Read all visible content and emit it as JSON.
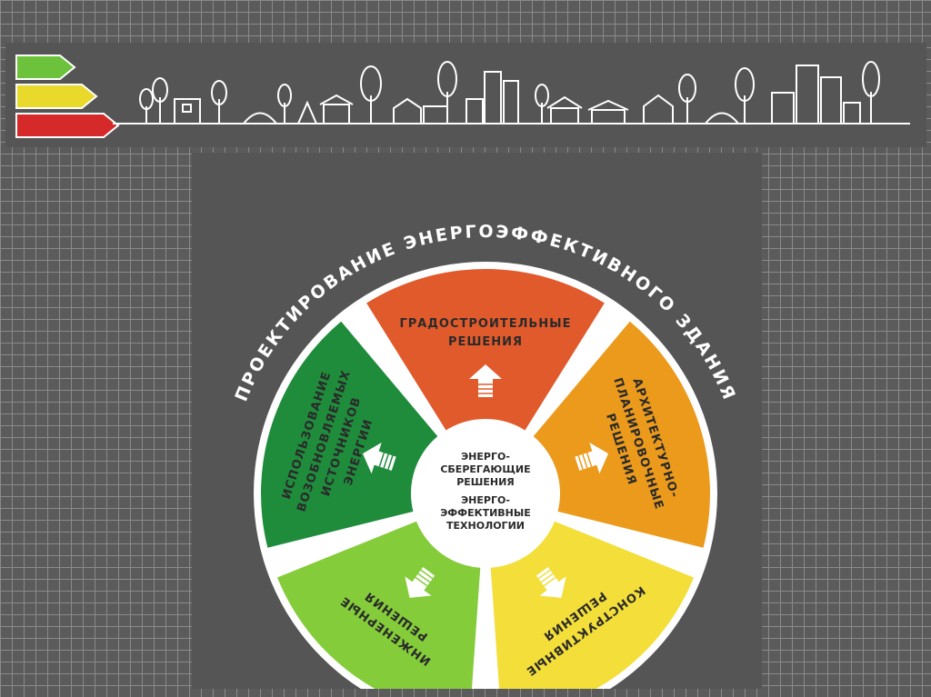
{
  "title": "ПРОЕКТИРОВАНИЕ ЭНЕРГОЭФФЕКТИВНОГО ЗДАНИЯ",
  "center": {
    "lines_top": [
      "ЭНЕРГО-",
      "СБЕРЕГАЮЩИЕ",
      "РЕШЕНИЯ"
    ],
    "lines_bottom": [
      "ЭНЕРГО-",
      "ЭФФЕКТИВНЫЕ",
      "ТЕХНОЛОГИИ"
    ]
  },
  "sectors": [
    {
      "id": "urban",
      "lines": [
        "ГРАДОСТРОИТЕЛЬНЫЕ",
        "РЕШЕНИЯ"
      ],
      "color": "#e15a2c"
    },
    {
      "id": "architectural",
      "lines": [
        "АРХИТЕКТУРНО-",
        "ПЛАНИРОВОЧНЫЕ",
        "РЕШЕНИЯ"
      ],
      "color": "#eb9a1c"
    },
    {
      "id": "structural",
      "lines": [
        "КОНСТРУКТИВНЫЕ",
        "РЕШЕНИЯ"
      ],
      "color": "#f3de3a"
    },
    {
      "id": "engineering",
      "lines": [
        "ИНЖЕНЕРНЫЕ",
        "РЕШЕНИЯ"
      ],
      "color": "#84cc3a"
    },
    {
      "id": "renewable",
      "lines": [
        "ИСПОЛЬЗОВАНИЕ",
        "ВОЗОБНОВЛЯЕМЫХ",
        "ИСТОЧНИКОВ",
        "ЭНЕРГИИ"
      ],
      "color": "#1f8c3c"
    }
  ],
  "energy_bars": [
    "#6dc23c",
    "#e8d92a",
    "#d62a2a"
  ]
}
